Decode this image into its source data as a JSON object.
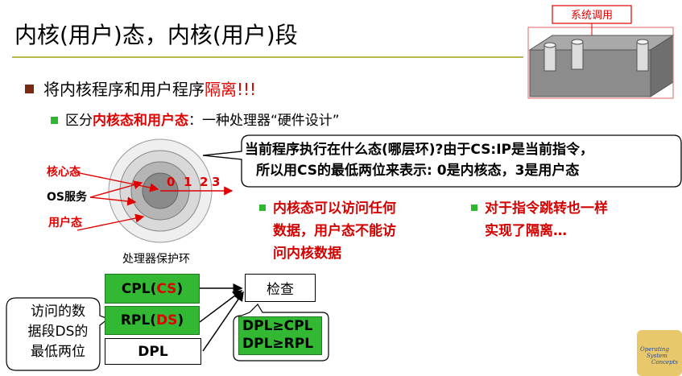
{
  "title": "内核(用户)态，内核(用户)段",
  "syscall_label": "系统调用",
  "bullet_main": {
    "prefix": "将内核程序和用户程序",
    "highlight": "隔离!!!"
  },
  "bullet_sub": {
    "prefix": "区分",
    "highlight": "内核态和用户态",
    "suffix": "：一种处理器“硬件设计”"
  },
  "callout": {
    "line1": "当前程序执行在什么态(哪层环)?由于CS:IP是当前指令，",
    "line2": "所以用CS的最低两位来表示: 0是内核态，3是用户态"
  },
  "rings": {
    "labels": {
      "kernel": "核心态",
      "os": "OS服务",
      "user": "用户态"
    },
    "numbers": [
      "0",
      "1",
      "2",
      "3"
    ],
    "caption": "处理器保护环"
  },
  "points": [
    {
      "lines": [
        "内核态可以访问任何",
        "数据，用户态不能访",
        "问内核数据"
      ]
    },
    {
      "lines": [
        "对于指令跳转也一样",
        "实现了隔离…"
      ]
    }
  ],
  "privilege": {
    "cpl": {
      "prefix": "CPL(",
      "reg": "CS",
      "suffix": ")"
    },
    "rpl": {
      "prefix": "RPL(",
      "reg": "DS",
      "suffix": ")"
    },
    "dpl": "DPL",
    "check": "检查",
    "rules": [
      "DPL≥CPL",
      "DPL≥RPL"
    ],
    "note": [
      "访问的数",
      "据段DS的",
      "最低两位"
    ]
  },
  "logo": {
    "lines": [
      "Operating",
      "System",
      "Concepts"
    ]
  },
  "colors": {
    "accent_red": "#e00000",
    "bullet_brown": "#7a2a12",
    "bullet_green": "#2fb82f",
    "box_green": "#33b833",
    "title_rule": "#b8b848",
    "chip_gray": "#8c8c8c"
  }
}
